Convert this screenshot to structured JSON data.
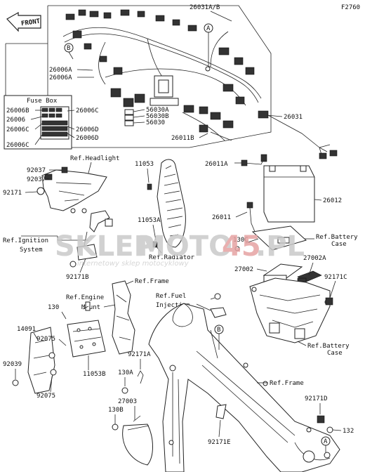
{
  "figure_code": "F2760",
  "front_marker": "FRONT",
  "watermark": {
    "brand_a": "SKLEP",
    "brand_b": "MOTO",
    "brand_c": "45",
    "brand_d": ".PL",
    "subtitle": "internetowy sklep motocyklowy"
  },
  "fuse_box": {
    "title": "Fuse Box",
    "left_labels": [
      "26006B",
      "26006",
      "26006C",
      "26006C"
    ],
    "right_labels": [
      "26006C",
      "26006D",
      "26006D"
    ]
  },
  "callouts": {
    "c26031AB": "26031A/B",
    "c26006A_1": "26006A",
    "c26006A_2": "26006A",
    "c56030A": "56030A",
    "c56030B": "56030B",
    "c56030": "56030",
    "c26031": "26031",
    "c26011B": "26011B",
    "c11053": "11053",
    "c11053A": "11053A",
    "c26011A": "26011A",
    "c26012": "26012",
    "c26011": "26011",
    "c92037_1": "92037",
    "c92037_2": "92037",
    "c92171": "92171",
    "c92171B": "92171B",
    "c130C": "130C",
    "c27002": "27002",
    "c27002A": "27002A",
    "c92171C": "92171C",
    "c130": "130",
    "c14091": "14091",
    "c92075_1": "92075",
    "c92075_2": "92075",
    "c92039": "92039",
    "c11053B": "11053B",
    "c92171A": "92171A",
    "c130A": "130A",
    "c27003": "27003",
    "c130B": "130B",
    "c92171E": "92171E",
    "c92171D": "92171D",
    "c132": "132"
  },
  "refs": {
    "headlight": "Ref.Headlight",
    "ignition_1": "Ref.Ignition",
    "ignition_2": "System",
    "radiator": "Ref.Radiator",
    "battery_case_1a": "Ref.Battery",
    "battery_case_1b": "Case",
    "frame_1": "Ref.Frame",
    "engine_mount_1": "Ref.Engine",
    "engine_mount_2": "Mount",
    "fuel_injection_1": "Ref.Fuel",
    "fuel_injection_2": "Injection",
    "battery_case_2a": "Ref.Battery",
    "battery_case_2b": "Case",
    "frame_2": "Ref.Frame"
  },
  "markers": {
    "a": "A",
    "b": "B"
  }
}
